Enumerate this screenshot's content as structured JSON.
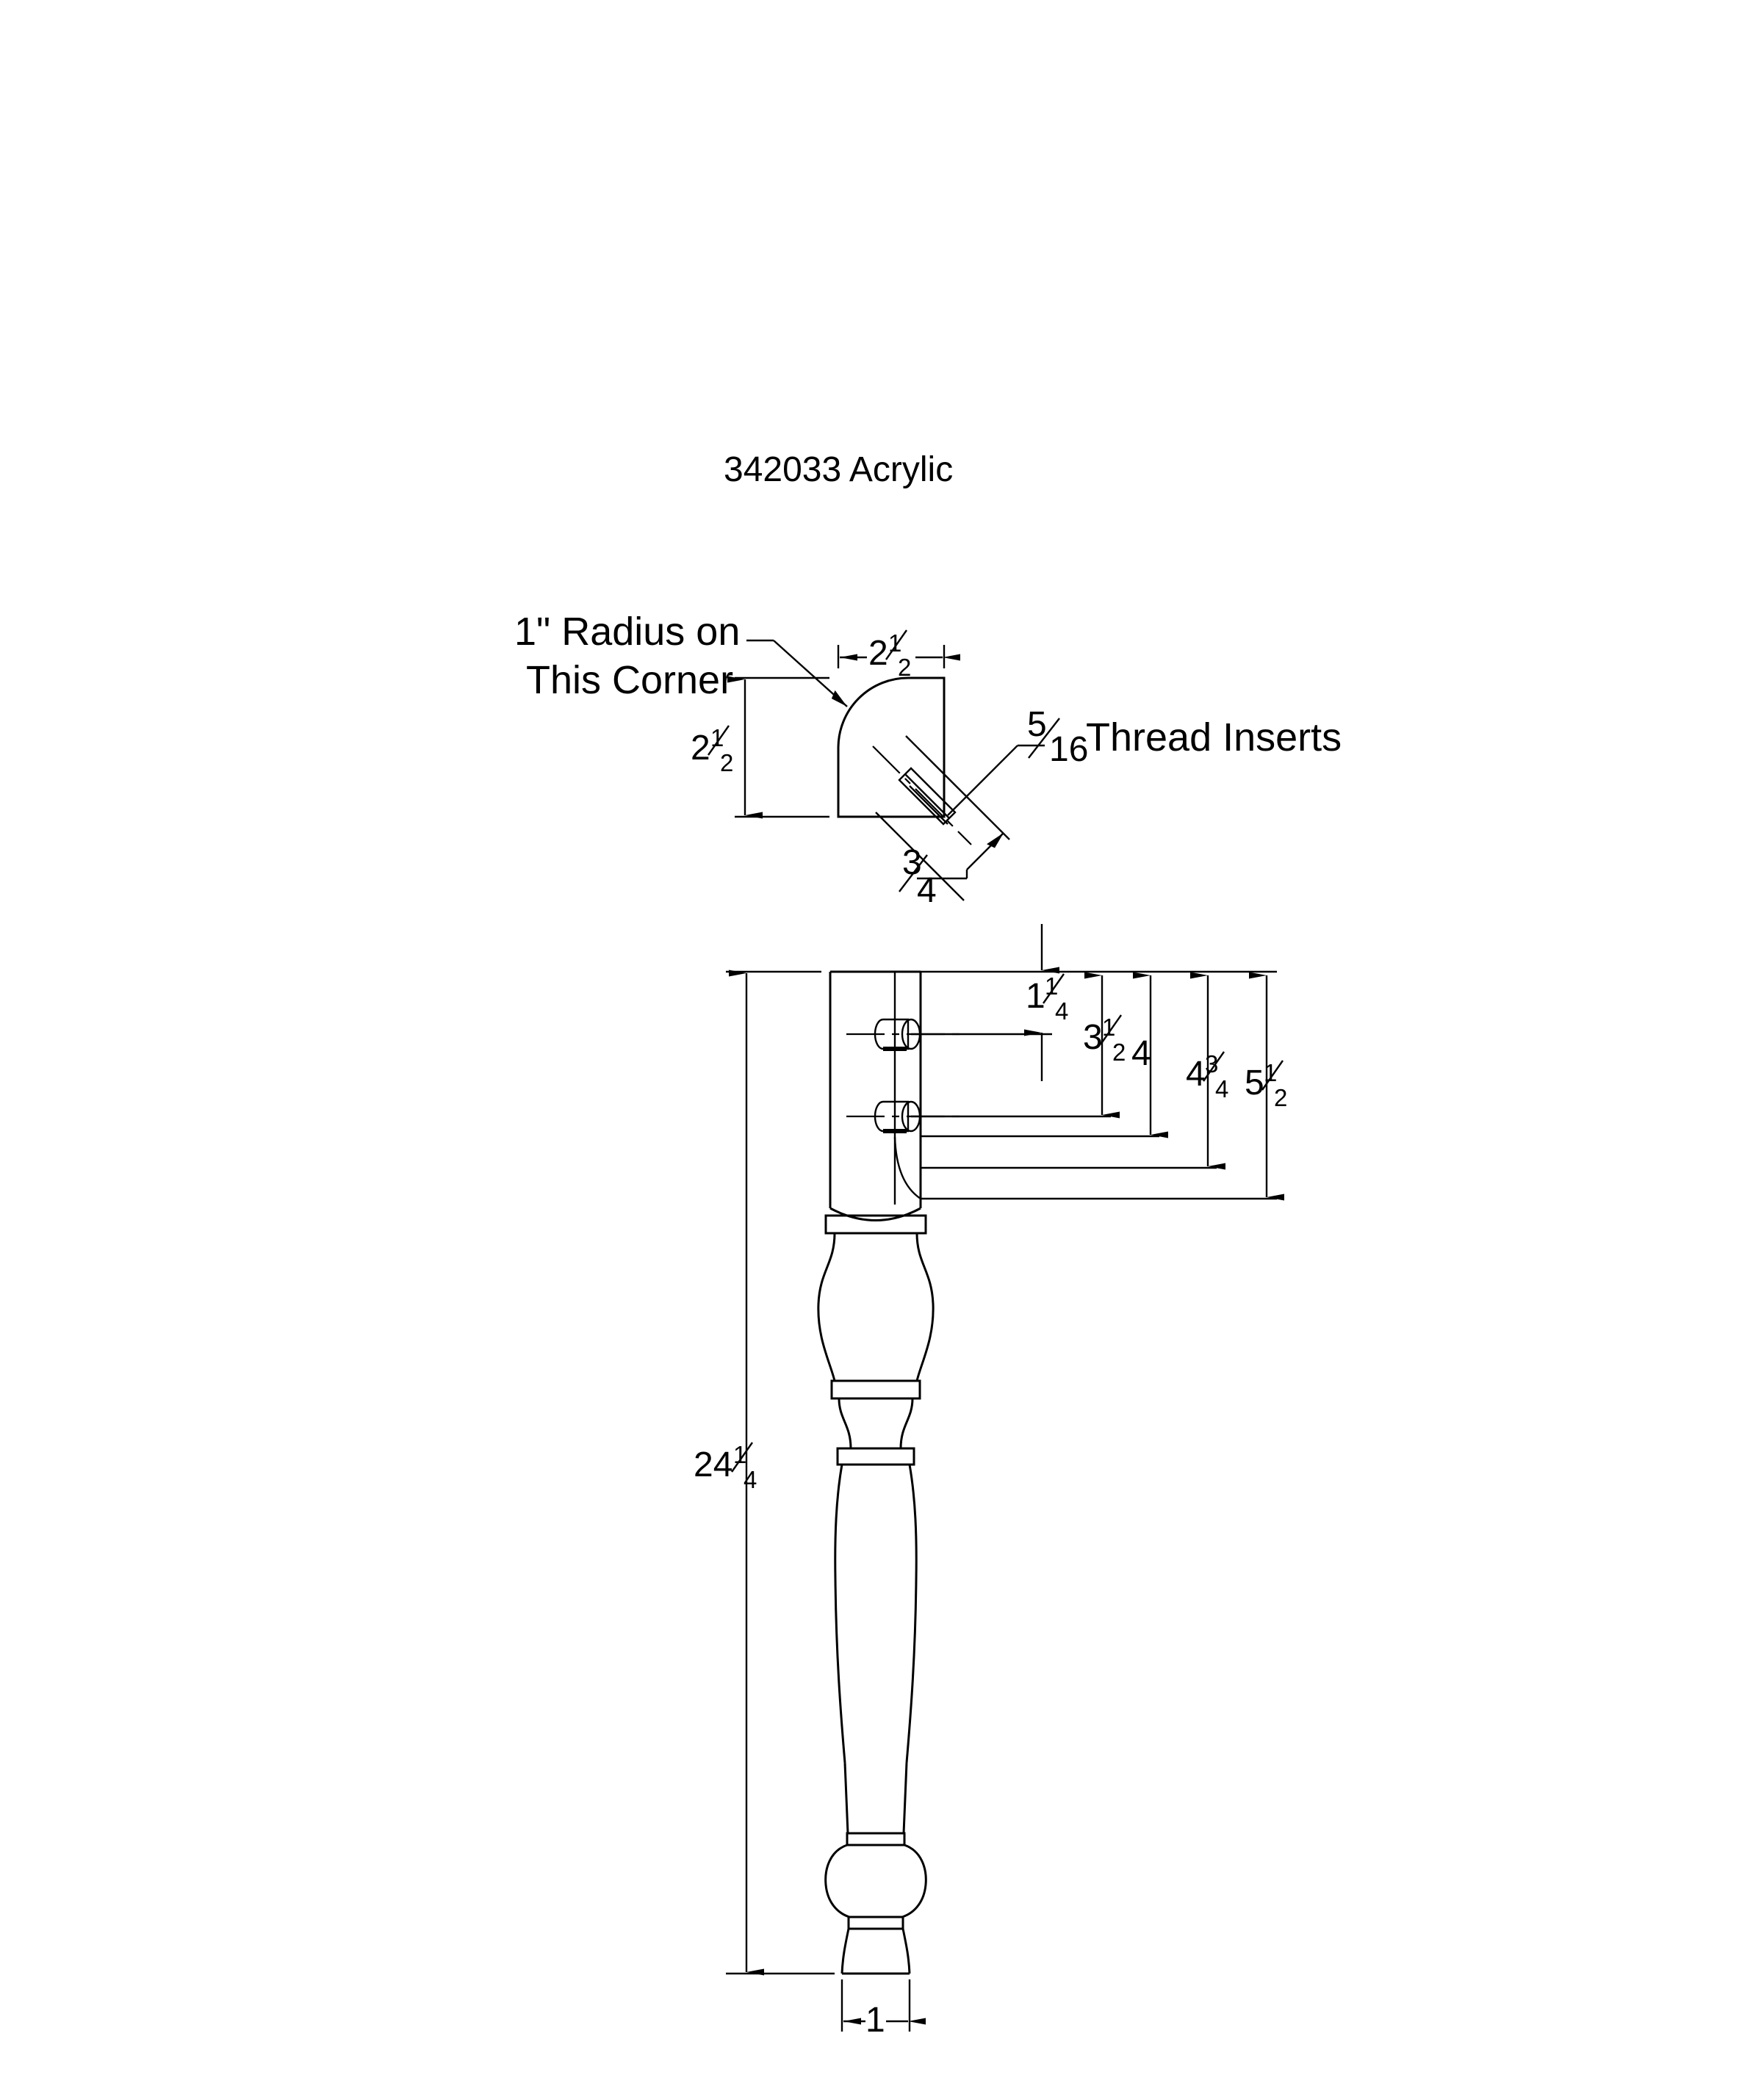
{
  "drawing": {
    "title": "342033 Acrylic",
    "notes": {
      "radius_note_line1": "1\" Radius on",
      "radius_note_line2": "This Corner",
      "thread_insert_label": "Thread Inserts",
      "thread_insert_size_num": "5",
      "thread_insert_size_den": "16"
    },
    "plan_view": {
      "name": "top-plan-view",
      "width_dim": {
        "whole": "2",
        "num": "1",
        "den": "2"
      },
      "height_dim": {
        "whole": "2",
        "num": "1",
        "den": "2"
      },
      "insert_depth_dim": {
        "whole": "",
        "num": "3",
        "den": "4"
      }
    },
    "elevation_view": {
      "name": "front-elevation-view",
      "overall_height_dim": {
        "whole": "24",
        "num": "1",
        "den": "4"
      },
      "foot_diameter_dim": {
        "whole": "1",
        "num": "",
        "den": ""
      },
      "insert_stack": [
        {
          "label": "1-1/4",
          "whole": "1",
          "num": "1",
          "den": "4"
        },
        {
          "label": "3-1/2",
          "whole": "3",
          "num": "1",
          "den": "2"
        },
        {
          "label": "4",
          "whole": "4",
          "num": "",
          "den": ""
        },
        {
          "label": "4-3/4",
          "whole": "4",
          "num": "3",
          "den": "4"
        },
        {
          "label": "5-1/2",
          "whole": "5",
          "num": "1",
          "den": "2"
        }
      ]
    },
    "colors": {
      "line": "#000000",
      "background": "#ffffff",
      "text": "#000000"
    }
  }
}
